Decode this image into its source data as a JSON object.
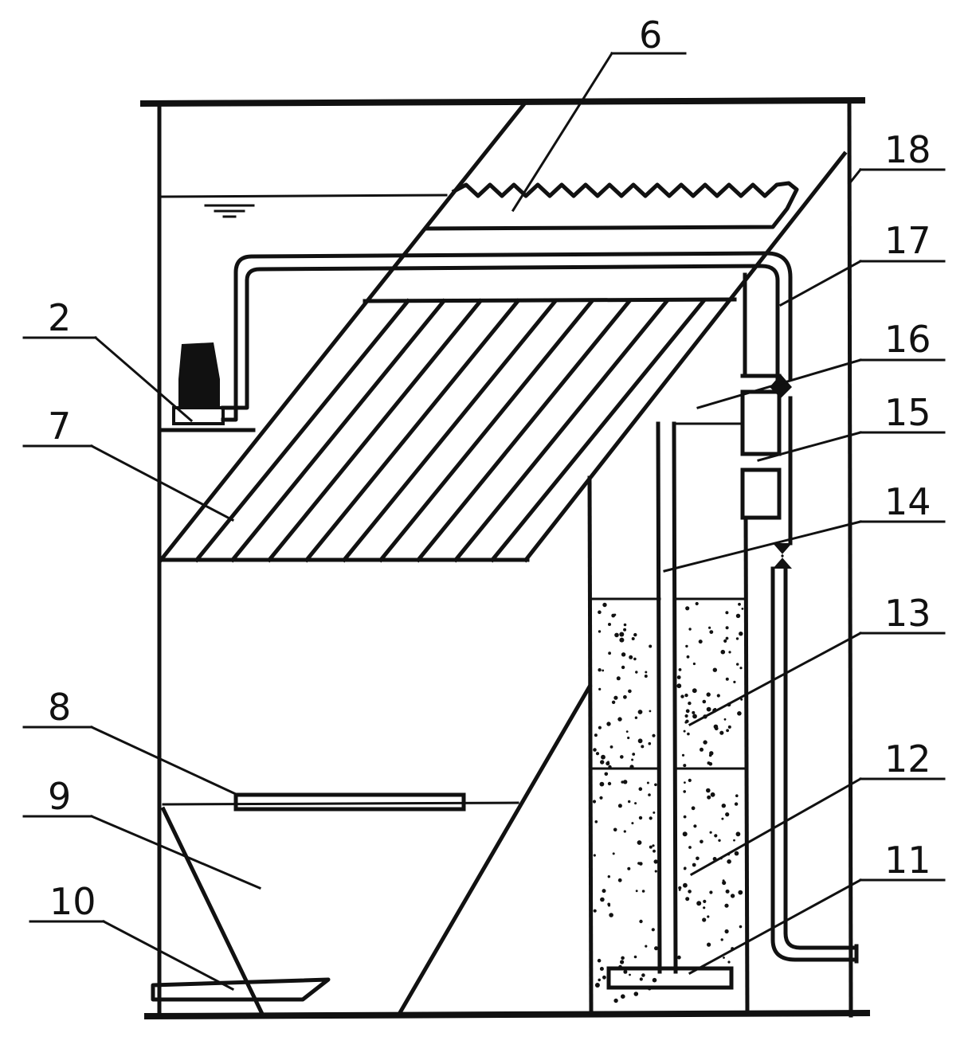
{
  "diagram": {
    "labels": {
      "l6": "6",
      "l18": "18",
      "l17": "17",
      "l2": "2",
      "l16": "16",
      "l7": "7",
      "l15": "15",
      "l14": "14",
      "l13": "13",
      "l8": "8",
      "l12": "12",
      "l9": "9",
      "l11": "11",
      "l10": "10"
    },
    "colors": {
      "ink": "#111111",
      "background": "#ffffff"
    }
  }
}
